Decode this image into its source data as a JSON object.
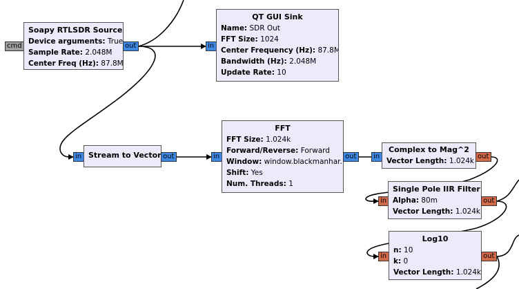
{
  "ports": {
    "in": "in",
    "out": "out",
    "cmd": "cmd"
  },
  "blocks": {
    "soapy": {
      "title": "Soapy RTLSDR Source",
      "params": [
        {
          "k": "Device arguments:",
          "v": "True"
        },
        {
          "k": "Sample Rate:",
          "v": "2.048M"
        },
        {
          "k": "Center Freq (Hz):",
          "v": "87.8M"
        }
      ]
    },
    "qt_sink": {
      "title": "QT GUI Sink",
      "params": [
        {
          "k": "Name:",
          "v": "SDR Out"
        },
        {
          "k": "FFT Size:",
          "v": "1024"
        },
        {
          "k": "Center Frequency (Hz):",
          "v": "87.8M"
        },
        {
          "k": "Bandwidth (Hz):",
          "v": "2.048M"
        },
        {
          "k": "Update Rate:",
          "v": "10"
        }
      ]
    },
    "s2v": {
      "title": "Stream to Vector"
    },
    "fft": {
      "title": "FFT",
      "params": [
        {
          "k": "FFT Size:",
          "v": "1.024k"
        },
        {
          "k": "Forward/Reverse:",
          "v": "Forward"
        },
        {
          "k": "Window:",
          "v": "window.blackmanhar..."
        },
        {
          "k": "Shift:",
          "v": "Yes"
        },
        {
          "k": "Num. Threads:",
          "v": "1"
        }
      ]
    },
    "c2mag": {
      "title": "Complex to Mag^2",
      "params": [
        {
          "k": "Vector Length:",
          "v": "1.024k"
        }
      ]
    },
    "iir": {
      "title": "Single Pole IIR Filter",
      "params": [
        {
          "k": "Alpha:",
          "v": "80m"
        },
        {
          "k": "Vector Length:",
          "v": "1.024k"
        }
      ]
    },
    "log10": {
      "title": "Log10",
      "params": [
        {
          "k": "n:",
          "v": "10"
        },
        {
          "k": "k:",
          "v": "0"
        },
        {
          "k": "Vector Length:",
          "v": "1.024k"
        }
      ]
    }
  },
  "colors": {
    "block_fill": "#eeeafb",
    "port_complex": "#3d88e3",
    "port_float": "#d26a4a",
    "port_message": "#9e9e9e",
    "wire": "#000000"
  }
}
